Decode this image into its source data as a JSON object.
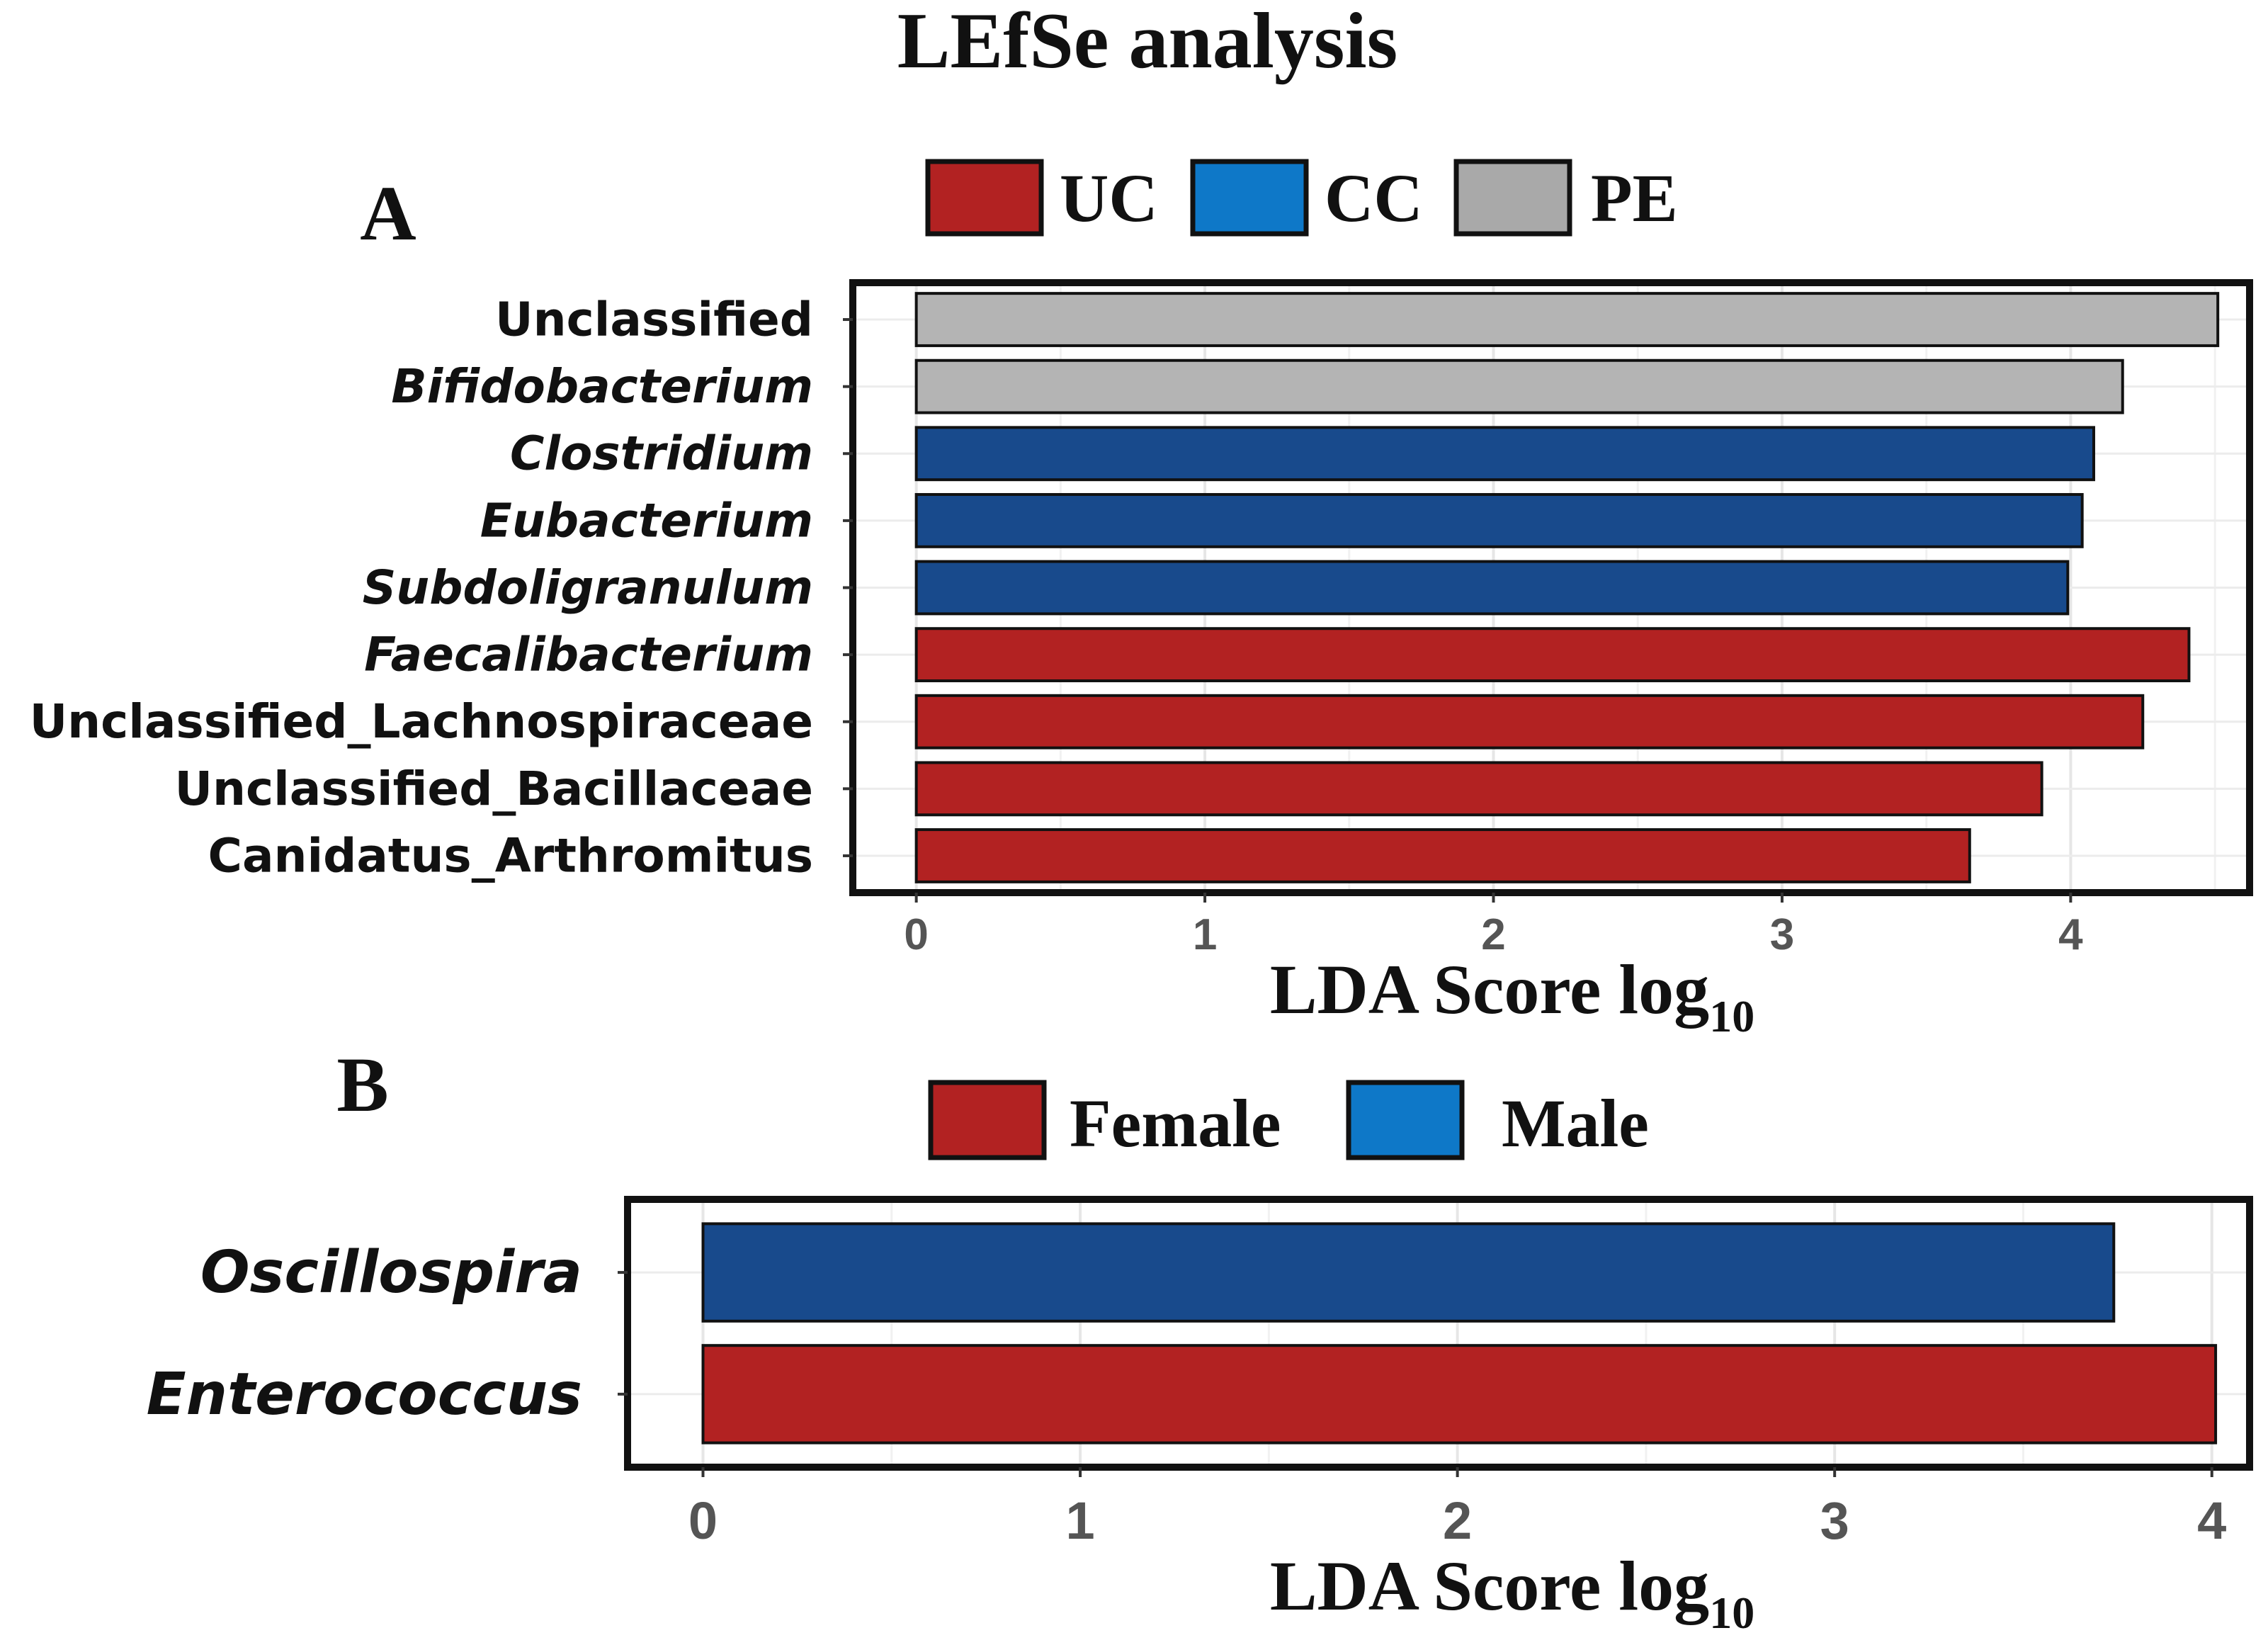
{
  "figure": {
    "title": "LEfSe analysis"
  },
  "chart_data": [
    {
      "panel": "A",
      "type": "bar",
      "orientation": "horizontal",
      "legend": [
        {
          "label": "UC",
          "color": "#b22222"
        },
        {
          "label": "CC",
          "color": "#0e78c8"
        },
        {
          "label": "PE",
          "color": "#a9a9a9"
        }
      ],
      "categories": [
        {
          "name": "Unclassified",
          "italic": false
        },
        {
          "name": "Bifidobacterium",
          "italic": true
        },
        {
          "name": "Clostridium",
          "italic": true
        },
        {
          "name": "Eubacterium",
          "italic": true
        },
        {
          "name": "Subdoligranulum",
          "italic": true
        },
        {
          "name": "Faecalibacterium",
          "italic": true
        },
        {
          "name": "Unclassified_Lachnospiraceae",
          "italic": false
        },
        {
          "name": "Unclassified_Bacillaceae",
          "italic": false
        },
        {
          "name": "Canidatus_Arthromitus",
          "italic": false
        }
      ],
      "values": [
        4.51,
        4.18,
        4.08,
        4.04,
        3.99,
        4.41,
        4.25,
        3.9,
        3.65
      ],
      "groups": [
        "PE",
        "PE",
        "CC",
        "CC",
        "CC",
        "UC",
        "UC",
        "UC",
        "UC"
      ],
      "bar_colors": {
        "UC": "#b22222",
        "CC": "#184a8c",
        "PE": "#b4b4b4"
      },
      "xlabel": {
        "main": "LDA Score log",
        "sub": "10"
      },
      "xticks": [
        "0",
        "1",
        "2",
        "3",
        "4"
      ],
      "xlim": [
        -0.22,
        4.62
      ],
      "grid": true
    },
    {
      "panel": "B",
      "type": "bar",
      "orientation": "horizontal",
      "legend": [
        {
          "label": "Female",
          "color": "#b22222"
        },
        {
          "label": "Male",
          "color": "#0e78c8"
        }
      ],
      "categories": [
        {
          "name": "Oscillospira",
          "italic": true
        },
        {
          "name": "Enterococcus",
          "italic": true
        }
      ],
      "values": [
        3.74,
        4.01
      ],
      "groups": [
        "Male",
        "Female"
      ],
      "bar_colors": {
        "Female": "#b22222",
        "Male": "#184a8c"
      },
      "xlabel": {
        "main": "LDA Score log",
        "sub": "10"
      },
      "xticks": [
        "0",
        "1",
        "2",
        "3",
        "4"
      ],
      "xlim": [
        -0.2,
        4.1
      ],
      "grid": true
    }
  ]
}
